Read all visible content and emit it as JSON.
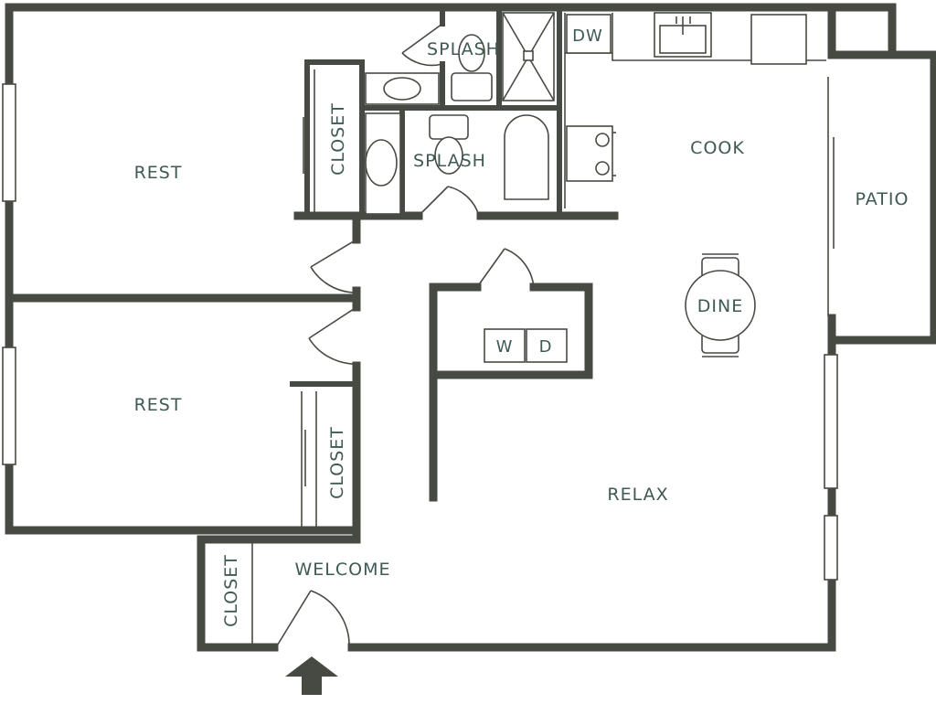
{
  "rooms": {
    "rest_top": "REST",
    "rest_bottom": "REST",
    "closet_top": "CLOSET",
    "closet_bottom": "CLOSET",
    "closet_entry": "CLOSET",
    "splash_top": "SPLASH",
    "splash_main": "SPLASH",
    "cook": "COOK",
    "patio": "PATIO",
    "dine": "DINE",
    "relax": "RELAX",
    "welcome": "WELCOME"
  },
  "appliances": {
    "dishwasher": "DW",
    "washer": "W",
    "dryer": "D"
  },
  "colors": {
    "wall": "#474a42",
    "label": "#3f5a55",
    "background": "#ffffff"
  }
}
